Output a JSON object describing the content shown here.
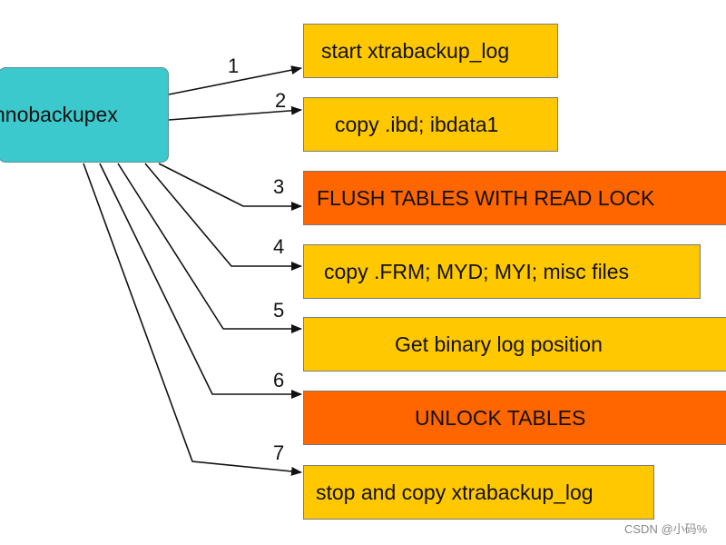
{
  "source": {
    "label": "nnobackupex"
  },
  "steps": [
    {
      "number": "1",
      "label": "start xtrabackup_log"
    },
    {
      "number": "2",
      "label": "copy .ibd; ibdata1"
    },
    {
      "number": "3",
      "label": "FLUSH TABLES WITH READ LOCK"
    },
    {
      "number": "4",
      "label": "copy .FRM; MYD; MYI; misc files"
    },
    {
      "number": "5",
      "label": "Get binary log position"
    },
    {
      "number": "6",
      "label": "UNLOCK TABLES"
    },
    {
      "number": "7",
      "label": "stop and copy xtrabackup_log"
    }
  ],
  "colors": {
    "source_fill": "#3cc9cd",
    "normal_step_fill": "#ffc800",
    "lock_step_fill": "#ff6600",
    "arrow": "#111111"
  },
  "watermark": "CSDN @小码%"
}
